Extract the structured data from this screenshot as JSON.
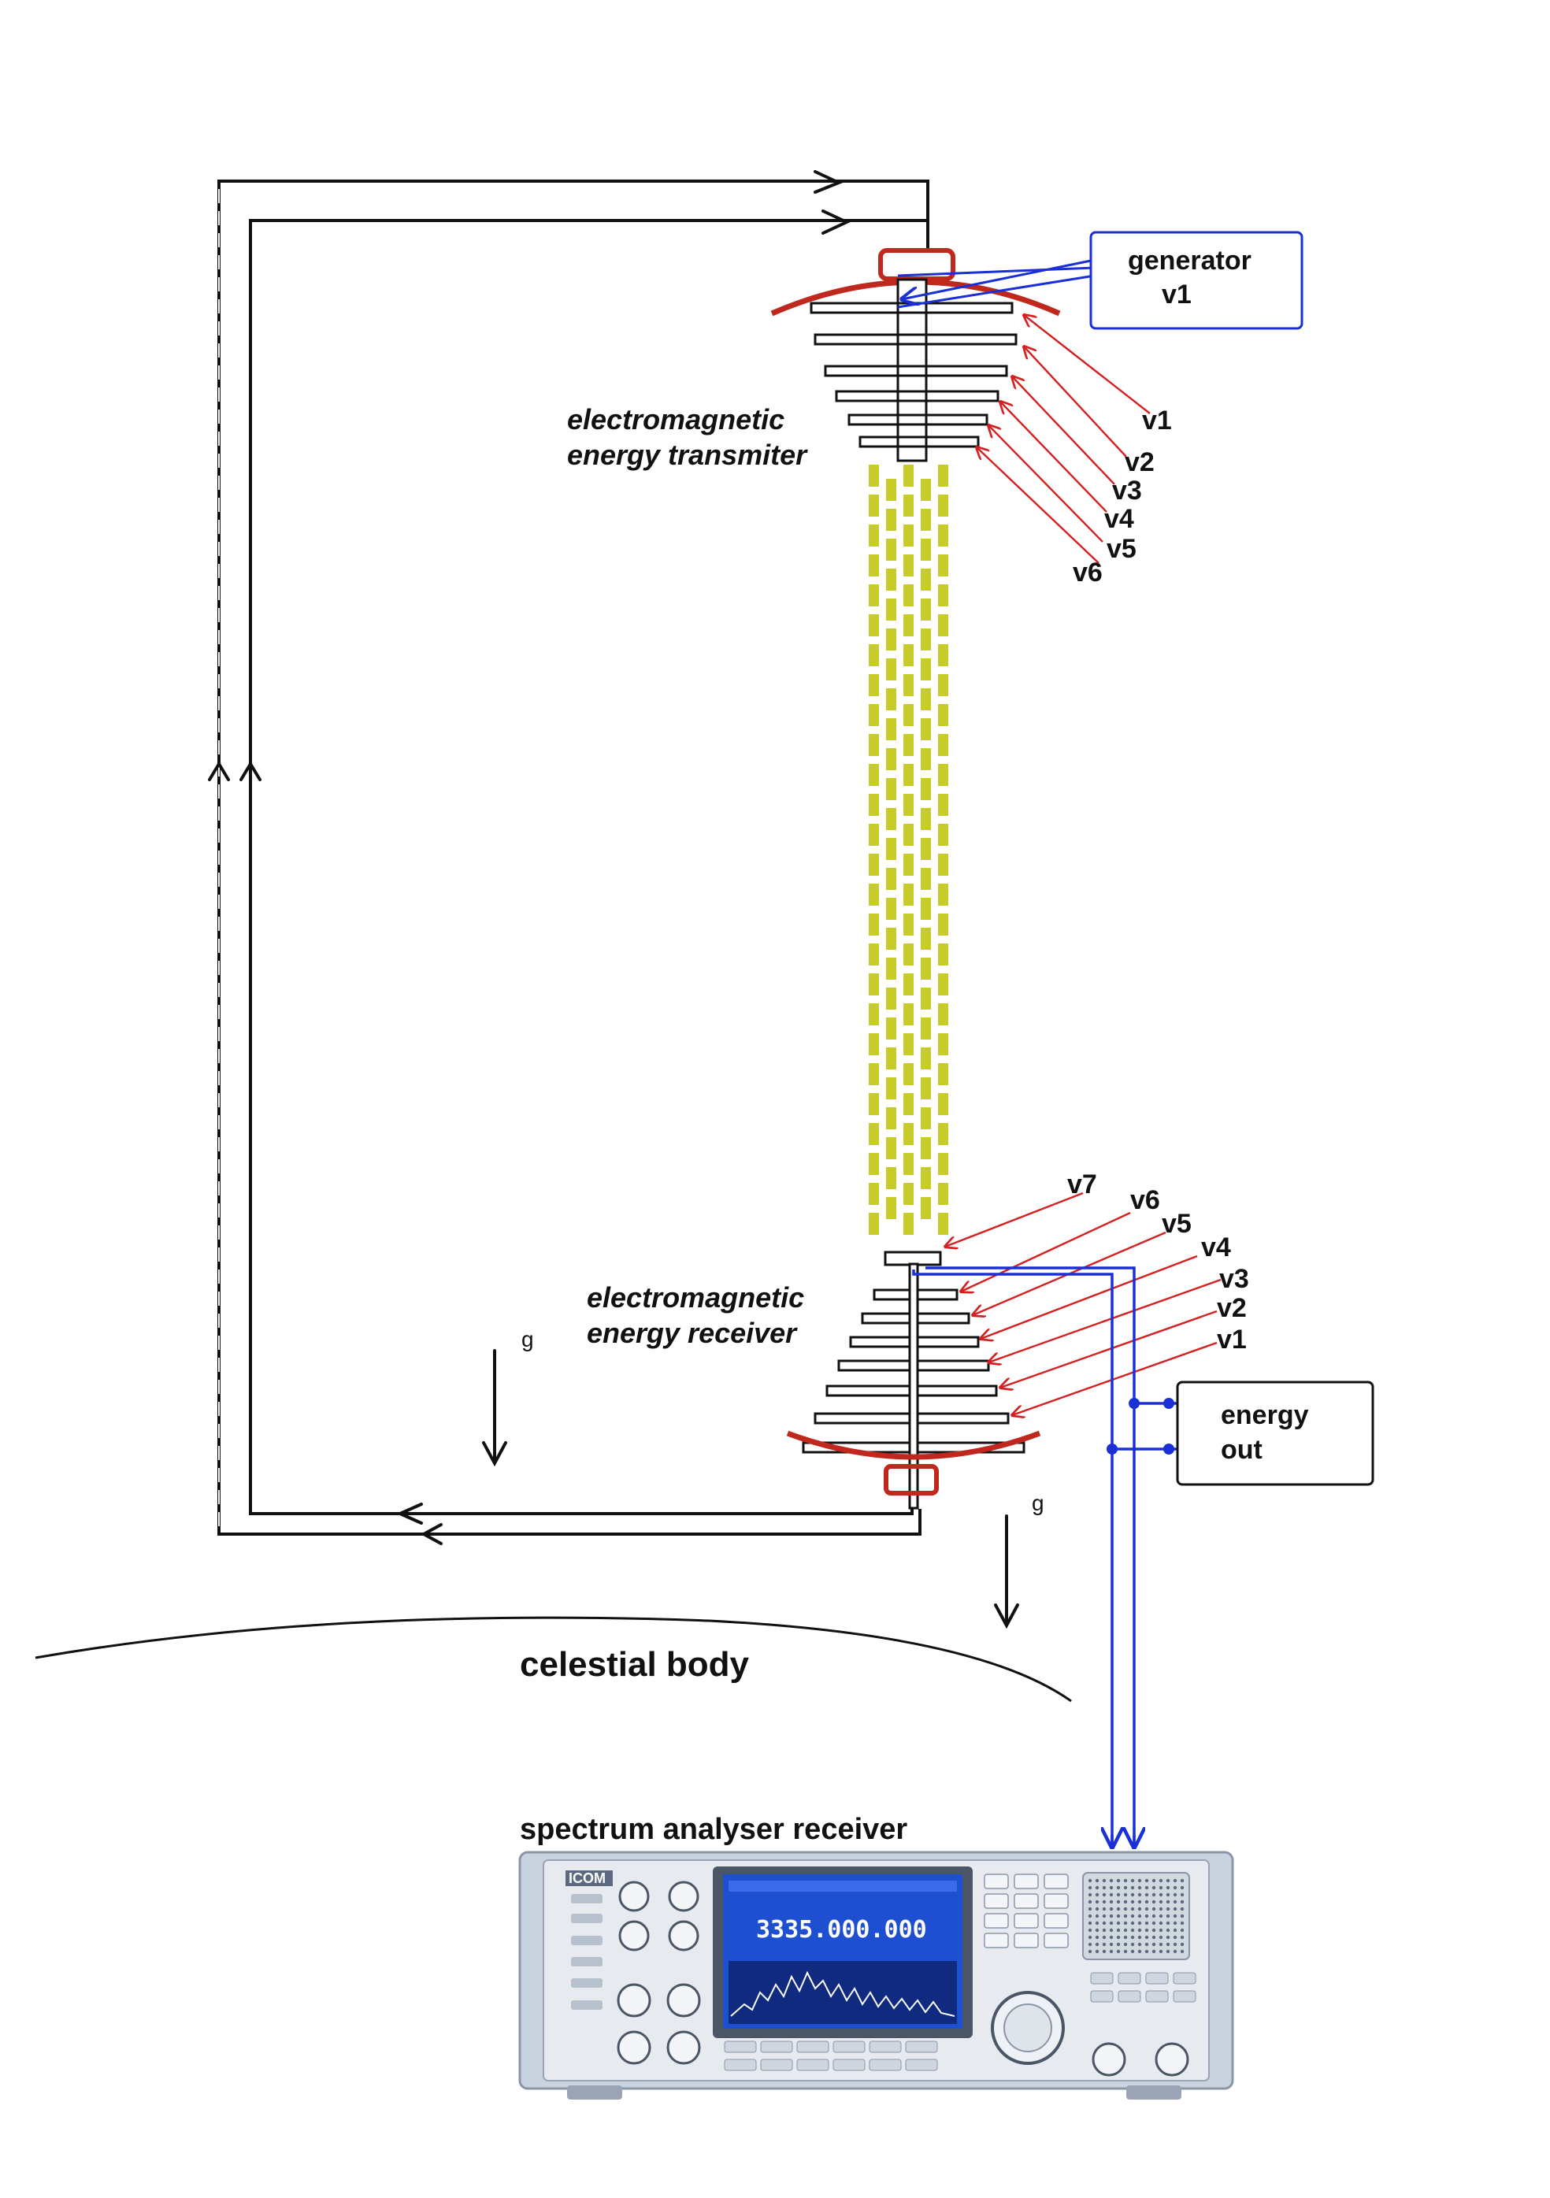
{
  "labels": {
    "generator_line1": "generator",
    "generator_line2": "v1",
    "transmitter_line1": "electromagnetic",
    "transmitter_line2": "energy transmiter",
    "receiver_line1": "electromagnetic",
    "receiver_line2": "energy receiver",
    "energy_out_line1": "energy",
    "energy_out_line2": "out",
    "celestial_body": "celestial body",
    "spectrum_analyser": "spectrum analyser receiver",
    "gravity_1": "g",
    "gravity_2": "g"
  },
  "transmitter_voltages": [
    "v1",
    "v2",
    "v3",
    "v4",
    "v5",
    "v6"
  ],
  "receiver_voltages": [
    "v7",
    "v6",
    "v5",
    "v4",
    "v3",
    "v2",
    "v1"
  ],
  "device": {
    "brand": "ICOM",
    "frequency": "3335.000.000"
  },
  "colors": {
    "wire": "#111111",
    "generator_wire": "#1a2fd6",
    "output_wire": "#1a2fd6",
    "voltage_arrows": "#d42020",
    "dish": "#c0281e",
    "column": "#c8cc2a",
    "lcd": "#1f4fd1"
  }
}
